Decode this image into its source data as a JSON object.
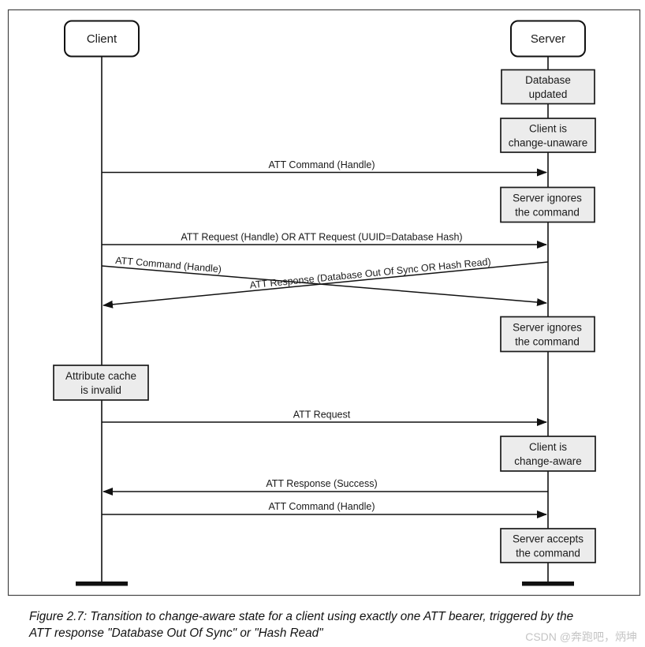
{
  "figure_type": "sequence-diagram",
  "actors": {
    "client": "Client",
    "server": "Server"
  },
  "states": {
    "db_updated": {
      "line1": "Database",
      "line2": "updated"
    },
    "change_unaware": {
      "line1": "Client is",
      "line2": "change-unaware"
    },
    "ignores1": {
      "line1": "Server ignores",
      "line2": "the command"
    },
    "ignores2": {
      "line1": "Server ignores",
      "line2": "the command"
    },
    "cache_invalid": {
      "line1": "Attribute cache",
      "line2": "is invalid"
    },
    "change_aware": {
      "line1": "Client is",
      "line2": "change-aware"
    },
    "accepts": {
      "line1": "Server accepts",
      "line2": "the command"
    }
  },
  "messages": {
    "m1": "ATT Command (Handle)",
    "m2": "ATT Request (Handle) OR ATT Request (UUID=Database Hash)",
    "m3": "ATT Command (Handle)",
    "m4": "ATT Response (Database Out Of Sync OR Hash Read)",
    "m5": "ATT Request",
    "m6": "ATT Response (Success)",
    "m7": "ATT Command (Handle)"
  },
  "caption": {
    "line1": "Figure 2.7: Transition to change-aware state for a client using exactly one ATT bearer, triggered by the",
    "line2": "ATT response \"Database Out Of Sync\" or \"Hash Read\""
  },
  "watermark": "CSDN @奔跑吧，炳坤",
  "colors": {
    "state_fill": "#ececec",
    "stroke": "#111111",
    "watermark": "#c4c4c4",
    "background": "#ffffff"
  }
}
